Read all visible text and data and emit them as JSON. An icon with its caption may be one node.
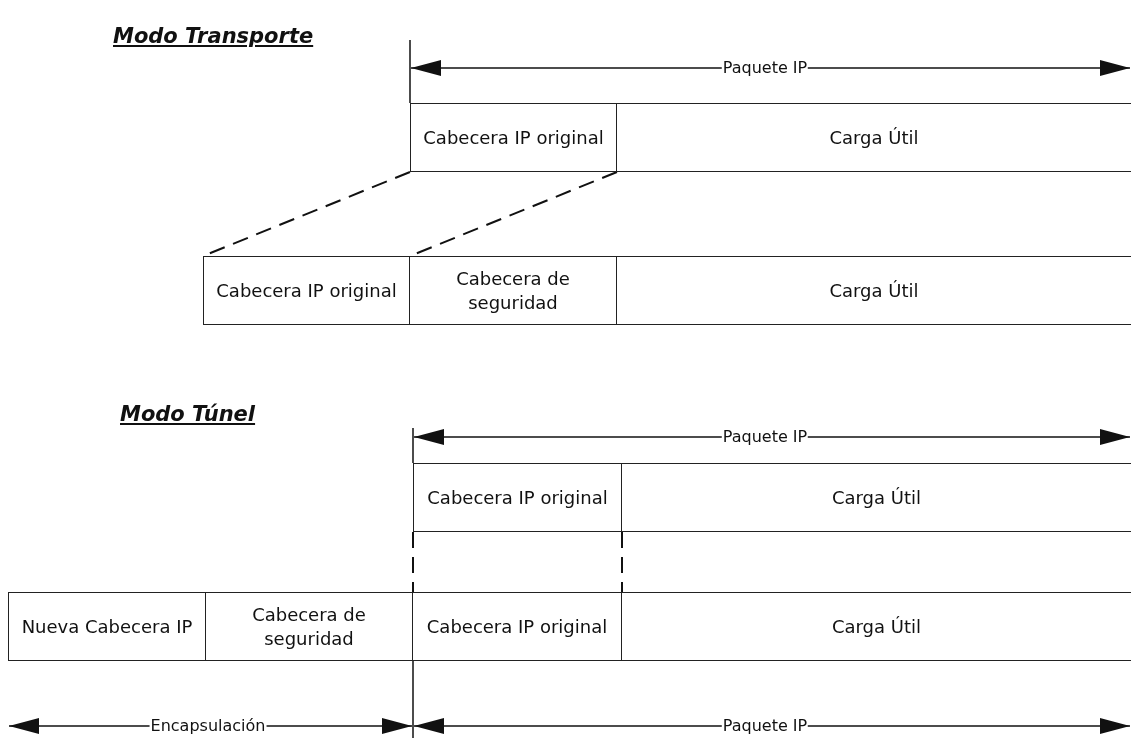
{
  "diagram": {
    "nodes": [
      {
        "text": [
          "Cabecera IP original"
        ]
      },
      {
        "text": [
          "Carga Útil"
        ]
      },
      {
        "text": [
          "Cabecera IP original"
        ]
      },
      {
        "text": [
          "Cabecera de seguridad"
        ]
      },
      {
        "text": [
          "Carga Útil"
        ]
      },
      {
        "text": [
          "Cabecera IP original"
        ]
      },
      {
        "text": [
          "Carga Útil"
        ]
      },
      {
        "text": [
          "Nueva Cabecera IP"
        ]
      },
      {
        "text": [
          "Cabecera de seguridad"
        ]
      },
      {
        "text": [
          "Cabecera IP original"
        ]
      },
      {
        "text": [
          "Carga Útil"
        ]
      }
    ],
    "edges": [
      {
        "from": 0,
        "to": 2,
        "arrow": "none",
        "style": "dashed"
      },
      {
        "from": 0,
        "to": 3,
        "arrow": "none",
        "style": "dashed"
      },
      {
        "from": 5,
        "to": 9,
        "arrow": "none",
        "style": "dashed"
      },
      {
        "from": 5,
        "to": 9,
        "arrow": "none",
        "style": "dashed"
      }
    ],
    "labels": [
      "Modo Transporte",
      "Paquete IP",
      "Modo Túnel",
      "Paquete IP",
      "Encapsulación",
      "Paquete IP"
    ]
  }
}
